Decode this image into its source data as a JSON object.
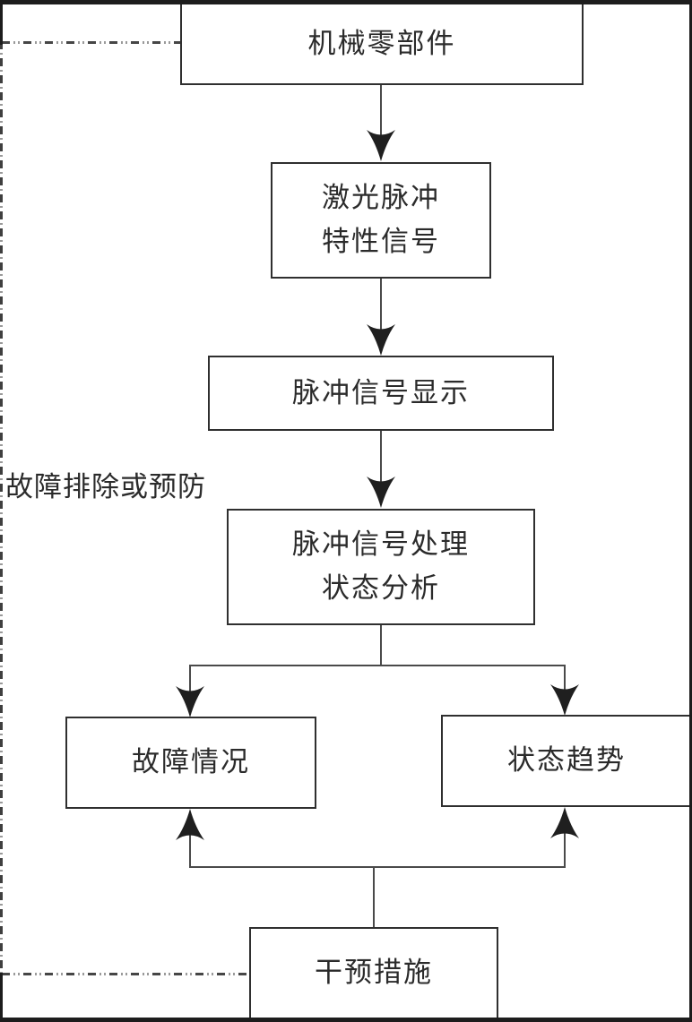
{
  "figure": {
    "type": "flowchart",
    "description": "patent-style fault diagnosis flow diagram",
    "nodes": {
      "mechanical_parts": {
        "label": "机械零部件"
      },
      "laser_pulse_signal": {
        "line1": "激光脉冲",
        "line2": "特性信号"
      },
      "pulse_display": {
        "label": "脉冲信号显示"
      },
      "pulse_processing": {
        "line1": "脉冲信号处理",
        "line2": "状态分析"
      },
      "fault_condition": {
        "label": "故障情况"
      },
      "state_trend": {
        "label": "状态趋势"
      },
      "intervention": {
        "label": "干预措施"
      }
    },
    "annotations": {
      "side_label": "故障排除或预防"
    },
    "edges": [
      "机械零部件 → 激光脉冲特性信号",
      "激光脉冲特性信号 → 脉冲信号显示",
      "脉冲信号显示 → 脉冲信号处理状态分析",
      "脉冲信号处理状态分析 → 故障情况",
      "脉冲信号处理状态分析 → 状态趋势",
      "干预措施 → 故障情况",
      "干预措施 → 状态趋势"
    ]
  },
  "colors": {
    "ink": "#2b2b2b",
    "box_border": "#2f2f2f",
    "line": "#4a4a4a",
    "arrow": "#1f1f1f",
    "frame": "#1d1d1d",
    "bg": "#ffffff"
  }
}
